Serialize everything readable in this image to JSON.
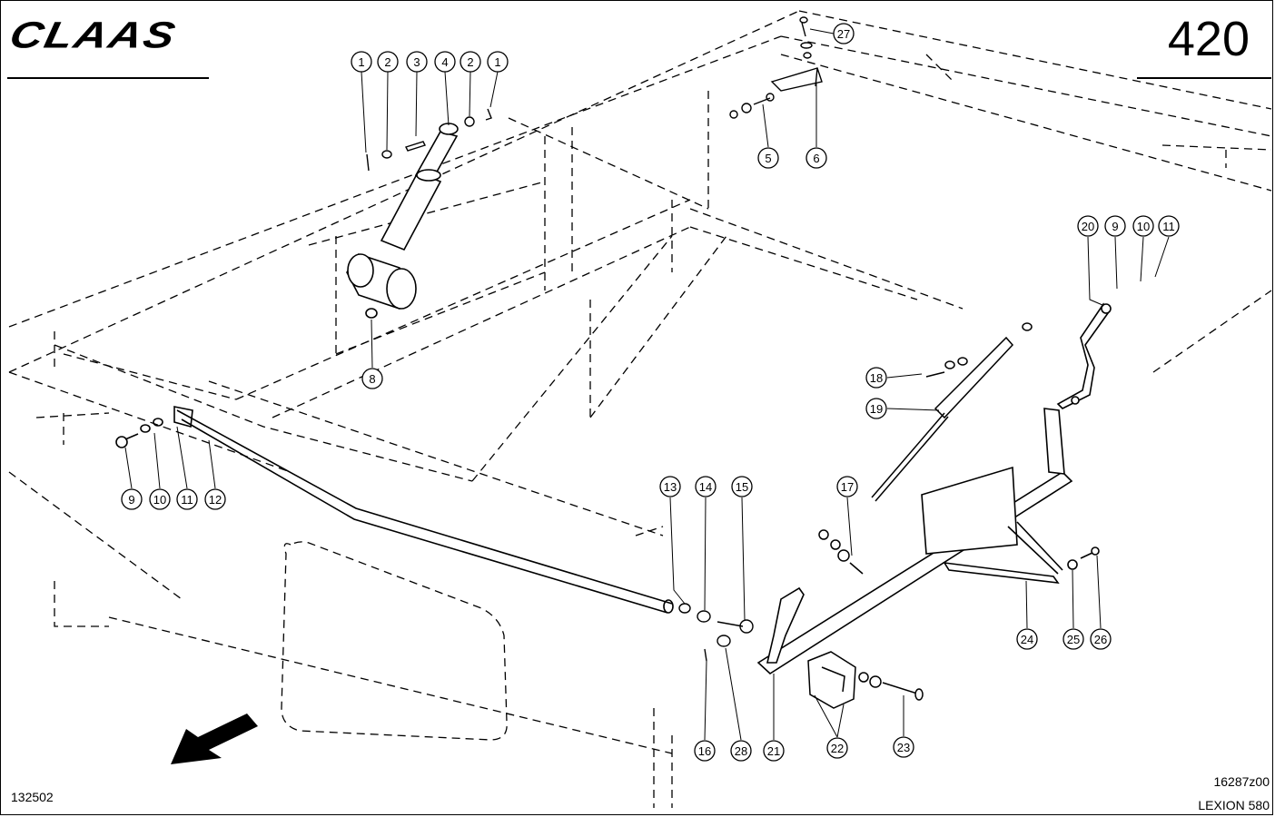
{
  "header": {
    "brand": "CLAAS",
    "page_number": "420"
  },
  "footer": {
    "drawing_ref": "132502",
    "figure_code": "16287z00",
    "model": "LEXION 580"
  },
  "callouts": [
    {
      "id": "c1a",
      "label": "1"
    },
    {
      "id": "c2a",
      "label": "2"
    },
    {
      "id": "c3",
      "label": "3"
    },
    {
      "id": "c4",
      "label": "4"
    },
    {
      "id": "c2b",
      "label": "2"
    },
    {
      "id": "c1b",
      "label": "1"
    },
    {
      "id": "c27",
      "label": "27"
    },
    {
      "id": "c5",
      "label": "5"
    },
    {
      "id": "c6",
      "label": "6"
    },
    {
      "id": "c8",
      "label": "8"
    },
    {
      "id": "c20",
      "label": "20"
    },
    {
      "id": "c9a",
      "label": "9"
    },
    {
      "id": "c10a",
      "label": "10"
    },
    {
      "id": "c11a",
      "label": "11"
    },
    {
      "id": "c18",
      "label": "18"
    },
    {
      "id": "c19",
      "label": "19"
    },
    {
      "id": "c9b",
      "label": "9"
    },
    {
      "id": "c10b",
      "label": "10"
    },
    {
      "id": "c11b",
      "label": "11"
    },
    {
      "id": "c12",
      "label": "12"
    },
    {
      "id": "c13",
      "label": "13"
    },
    {
      "id": "c14",
      "label": "14"
    },
    {
      "id": "c15",
      "label": "15"
    },
    {
      "id": "c17",
      "label": "17"
    },
    {
      "id": "c24",
      "label": "24"
    },
    {
      "id": "c25",
      "label": "25"
    },
    {
      "id": "c26",
      "label": "26"
    },
    {
      "id": "c16",
      "label": "16"
    },
    {
      "id": "c28",
      "label": "28"
    },
    {
      "id": "c21",
      "label": "21"
    },
    {
      "id": "c22",
      "label": "22"
    },
    {
      "id": "c23",
      "label": "23"
    }
  ]
}
